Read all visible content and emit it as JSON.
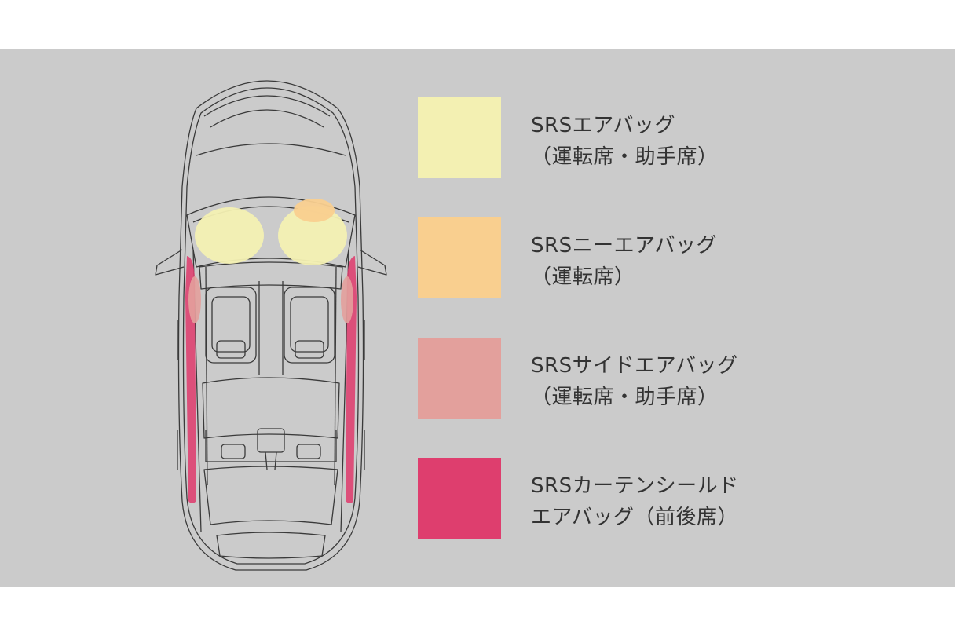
{
  "legend": [
    {
      "line1": "SRSエアバッグ",
      "line2": "（運転席・助手席）",
      "color": "#f3f0b2"
    },
    {
      "line1": "SRSニーエアバッグ",
      "line2": "（運転席）",
      "color": "#f9cf8f"
    },
    {
      "line1": "SRSサイドエアバッグ",
      "line2": "（運転席・助手席）",
      "color": "#e3a09c"
    },
    {
      "line1": "SRSカーテンシールド",
      "line2": "エアバッグ（前後席）",
      "color": "#de3e6e"
    }
  ]
}
